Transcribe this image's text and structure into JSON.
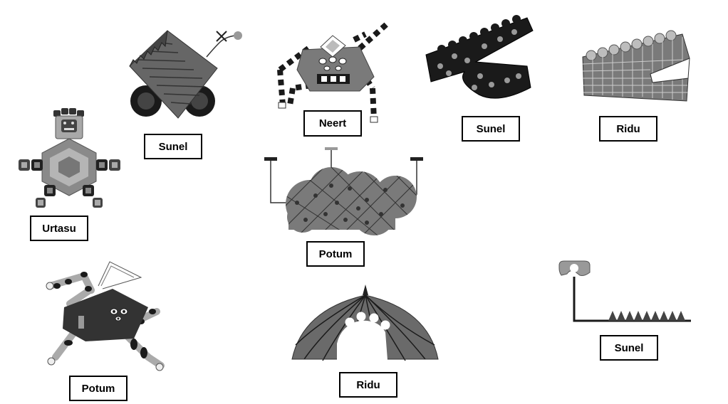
{
  "labels": {
    "urtasu": "Urtasu",
    "sunel_tank": "Sunel",
    "neert": "Neert",
    "sunel_jaw": "Sunel",
    "ridu_grid": "Ridu",
    "potum_cloud": "Potum",
    "potum_runner": "Potum",
    "ridu_dome": "Ridu",
    "sunel_line": "Sunel"
  },
  "colors": {
    "dark": "#1a1a1a",
    "mid": "#6b6b6b",
    "light": "#a8a8a8",
    "pale": "#d6d6d6"
  }
}
